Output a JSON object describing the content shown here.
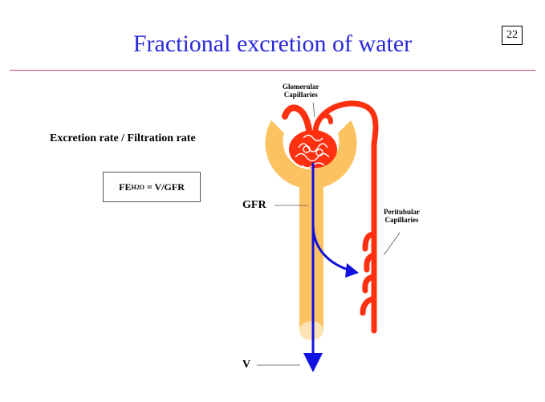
{
  "slide": {
    "title": "Fractional excretion of water",
    "page_number": "22",
    "subtitle": "Excretion rate / Filtration rate",
    "formula": {
      "prefix": "FE",
      "subscript": "H2O",
      "rhs": " = V/GFR"
    }
  },
  "diagram": {
    "labels": {
      "glomerular_line1": "Glomerular",
      "glomerular_line2": "Capillaries",
      "peritubular_line1": "Peritubular",
      "peritubular_line2": "Capillaries",
      "gfr": "GFR",
      "v": "V"
    },
    "colors": {
      "tubule": "#fcc160",
      "capillary": "#ff3010",
      "flow_arrow": "#1010e0",
      "title": "#2a2ad8",
      "rule": "#d04060"
    }
  }
}
